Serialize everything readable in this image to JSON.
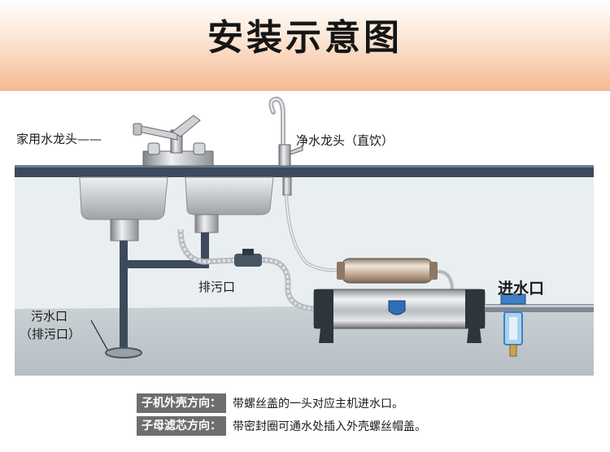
{
  "title": "安装示意图",
  "labels": {
    "household_faucet": "家用水龙头——",
    "purified_faucet": "净水龙头（直饮）",
    "drain_valve": "排污口",
    "sewage_outlet_line1": "污水口",
    "sewage_outlet_line2": "（排污口）",
    "water_inlet": "进水口"
  },
  "notes": [
    {
      "tag": "子机外壳方向：",
      "text": "带螺丝盖的一头对应主机进水口。"
    },
    {
      "tag": "子母滤芯方向：",
      "text": "带密封圈可通水处插入外壳螺丝帽盖。"
    }
  ]
}
